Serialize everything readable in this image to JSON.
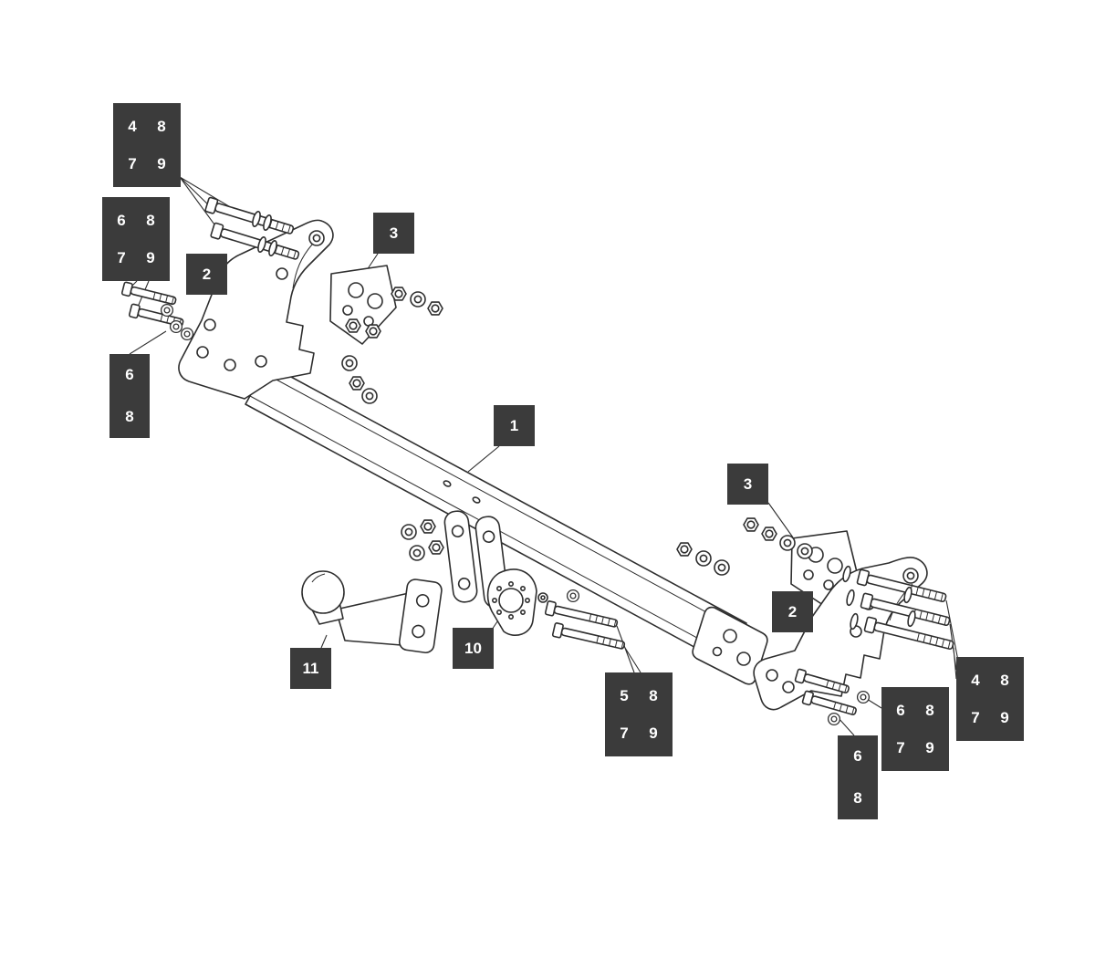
{
  "figure_name": "towbar-exploded-parts-diagram",
  "colors": {
    "background": "#ffffff",
    "callout_bg": "#3b3b3b",
    "callout_text": "#ffffff",
    "line": "#2e2e2e"
  },
  "callouts": {
    "tl_4879": {
      "n1": "4",
      "n2": "8",
      "n3": "7",
      "n4": "9"
    },
    "left_6879": {
      "n1": "6",
      "n2": "8",
      "n3": "7",
      "n4": "9"
    },
    "left_2": {
      "n": "2"
    },
    "left_68": {
      "n1": "6",
      "n2": "8"
    },
    "left_3": {
      "n": "3"
    },
    "bar_1": {
      "n": "1"
    },
    "right_3": {
      "n": "3"
    },
    "right_2": {
      "n": "2"
    },
    "mid_10": {
      "n": "10"
    },
    "left_11": {
      "n": "11"
    },
    "bottom_5879": {
      "n1": "5",
      "n2": "8",
      "n3": "7",
      "n4": "9"
    },
    "right_6879": {
      "n1": "6",
      "n2": "8",
      "n3": "7",
      "n4": "9"
    },
    "right_4879": {
      "n1": "4",
      "n2": "8",
      "n3": "7",
      "n4": "9"
    },
    "right_68": {
      "n1": "6",
      "n2": "8"
    }
  }
}
